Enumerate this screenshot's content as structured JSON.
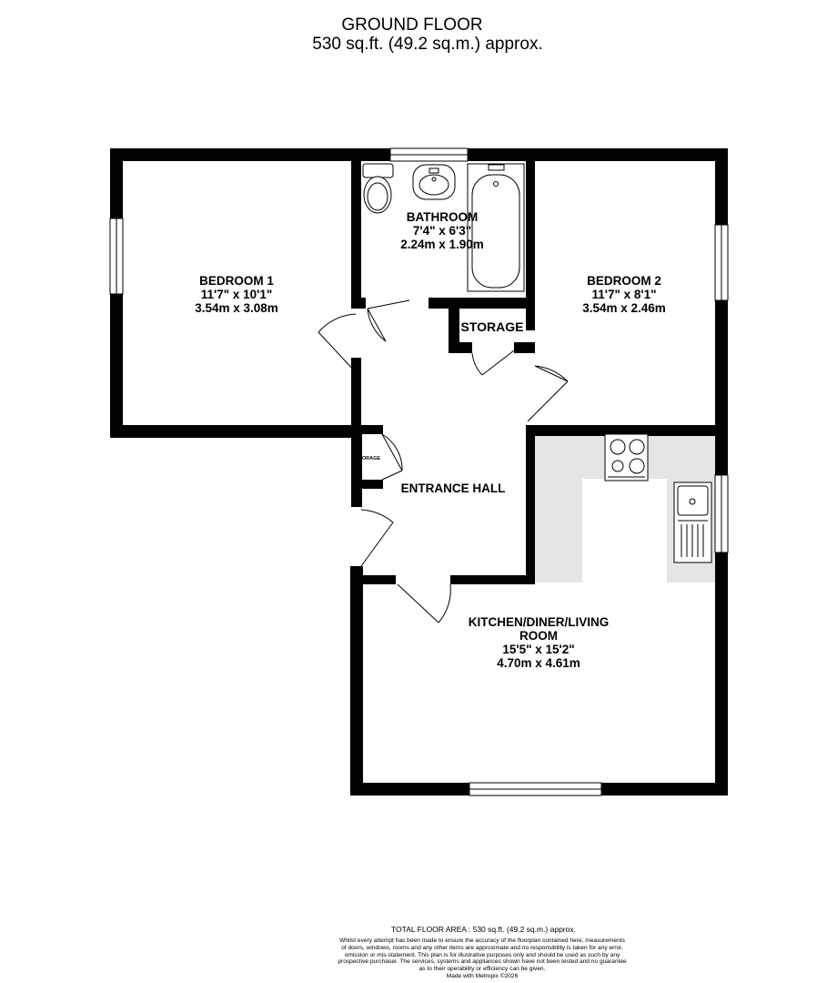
{
  "header": {
    "title": "GROUND FLOOR",
    "area": "530 sq.ft. (49.2 sq.m.) approx."
  },
  "rooms": {
    "bedroom1": {
      "name": "BEDROOM 1",
      "imperial": "11'7\"  x 10'1\"",
      "metric": "3.54m  x 3.08m"
    },
    "bathroom": {
      "name": "BATHROOM",
      "imperial": "7'4\"  x 6'3\"",
      "metric": "2.24m  x 1.90m"
    },
    "bedroom2": {
      "name": "BEDROOM 2",
      "imperial": "11'7\"  x 8'1\"",
      "metric": "3.54m  x 2.46m"
    },
    "storage": {
      "name": "STORAGE"
    },
    "small_storage": {
      "name": "ORAGE"
    },
    "hall": {
      "name": "ENTRANCE HALL"
    },
    "kitchen": {
      "name_line1": "KITCHEN/DINER/LIVING",
      "name_line2": "ROOM",
      "imperial": "15'5\"  x 15'2\"",
      "metric": "4.70m  x 4.61m"
    }
  },
  "footer": {
    "total": "TOTAL FLOOR AREA : 530 sq.ft. (49.2 sq.m.) approx.",
    "disclaimer_1": "Whilst every attempt has been made to ensure the accuracy of the floorplan contained here, measurements",
    "disclaimer_2": "of doors, windows, rooms and any other items are approximate and no responsibility is taken for any error,",
    "disclaimer_3": "omission or mis-statement. This plan is for illustrative purposes only and should be used as such by any",
    "disclaimer_4": "prospective purchaser. The services, systems and appliances shown have not been tested and no guarantee",
    "disclaimer_5": "as to their operability or efficiency can be given.",
    "made_with": "Made with Metropix ©2026"
  },
  "colors": {
    "wall": "#000000",
    "counter": "#e5e5e5",
    "background": "#ffffff"
  }
}
